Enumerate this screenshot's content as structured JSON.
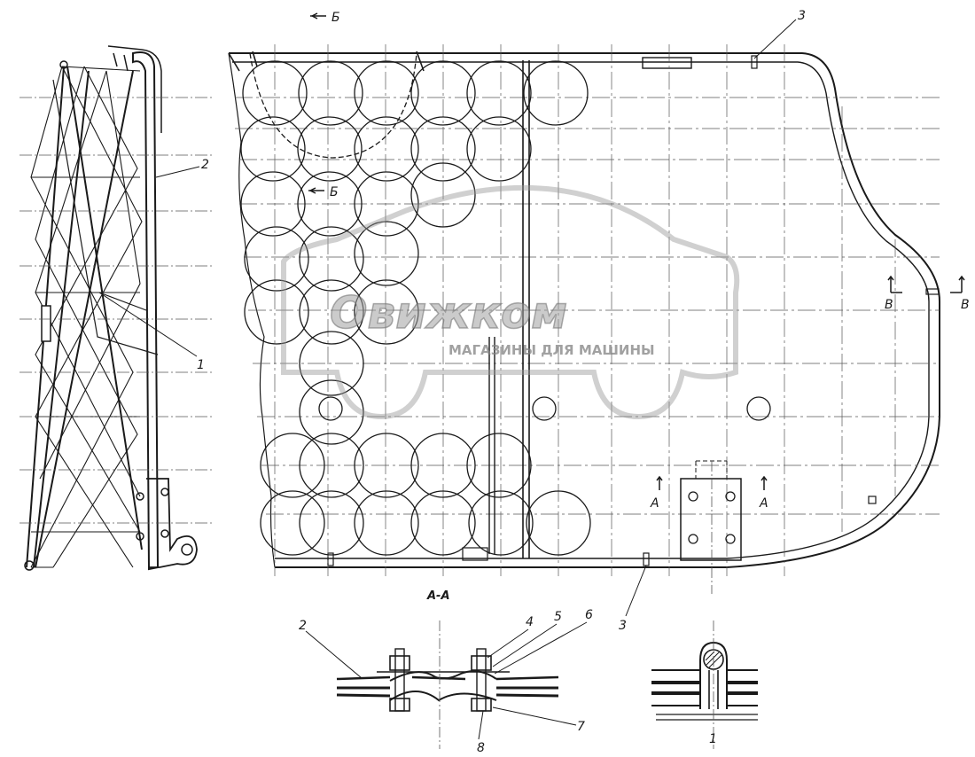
{
  "labels": {
    "part_1": "1",
    "part_2": "2",
    "part_3_top": "3",
    "part_3_bottom": "3",
    "section_b_top": "Б",
    "section_b_mid": "Б",
    "section_v_left": "В",
    "section_v_right": "В",
    "section_a_left": "А",
    "section_a_right": "А",
    "section_title": "А-А",
    "detail_2": "2",
    "detail_4": "4",
    "detail_5": "5",
    "detail_6": "6",
    "detail_7": "7",
    "detail_8": "8",
    "detail_1": "1"
  },
  "watermark": {
    "brand": "Овижком",
    "tagline": "МАГАЗИНЫ ДЛЯ МАШИНЫ"
  },
  "colors": {
    "ink": "#1a1a1a",
    "grid": "#555555",
    "watermark": "#9a9a9a"
  }
}
